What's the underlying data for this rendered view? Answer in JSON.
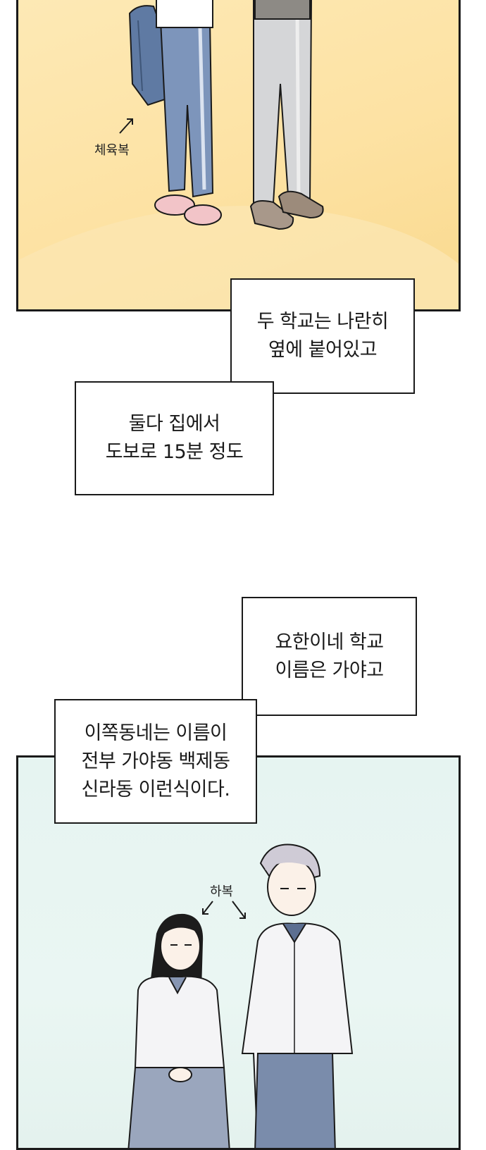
{
  "captions": {
    "school_side_by_side": [
      "두 학교는 나란히",
      "옆에 붙어있고"
    ],
    "walk_distance": [
      "둘다 집에서",
      "도보로 15분 정도"
    ],
    "school_name": [
      "요한이네 학교",
      "이름은 가야고"
    ],
    "neighborhood_names": [
      "이쪽동네는 이름이",
      "전부 가야동 백제동",
      "신라동 이런식이다."
    ]
  },
  "annotations": {
    "gym_uniform": "체육복",
    "summer_uniform": "하복"
  },
  "colors": {
    "panel_top_bg": "#fde4a8",
    "panel_bottom_bg": "#e6f4f1",
    "uniform_blue": "#6f88ad",
    "shoe_pink": "#f2c4c8"
  }
}
